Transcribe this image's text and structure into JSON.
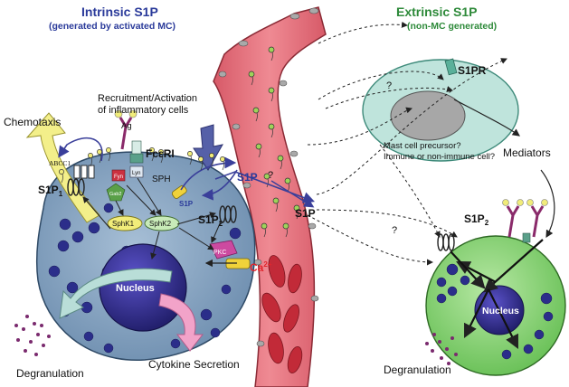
{
  "intrinsic": {
    "title": "Intrinsic S1P",
    "subtitle": "(generated by activated MC)"
  },
  "extrinsic": {
    "title": "Extrinsic S1P",
    "subtitle": "(non-MC generated)"
  },
  "labels": {
    "chemotaxis": "Chemotaxis",
    "recruitment_line1": "Recruitment/Activation",
    "recruitment_line2": "of inflammatory cells",
    "abcc1": "ABCC1",
    "ag": "Ag",
    "fcer1": "FcεRI",
    "fyn": "Fyn",
    "lyn": "Lyn",
    "gab2": "Gab2",
    "sph": "SPH",
    "s1p_arrow": "S1P",
    "s1p_small": "S1P",
    "sphk1": "SphK1",
    "sphk2": "SphK2",
    "s1p1_main": "S1P",
    "s1p1_sub": "1",
    "s1p2_main": "S1P",
    "s1p2_sub": "2",
    "pkc": "PKC",
    "ca_main": "Ca",
    "ca_sup": "2+",
    "nucleus_left": "Nucleus",
    "degranulation_left": "Degranulation",
    "cytokine": "Cytokine Secretion",
    "question1": "?",
    "question2": "?",
    "question3": "?",
    "s1p_vessel": "S1P",
    "s1pr": "S1PR",
    "precursor_line1": "Mast cell precursor?",
    "precursor_line2": "Immune or non-immune cell?",
    "mediators": "Mediators",
    "s1p2r_main": "S1P",
    "s1p2r_sub": "2",
    "nucleus_right": "Nucleus",
    "degranulation_right": "Degranulation"
  },
  "colors": {
    "title_blue": "#2a3a9a",
    "title_green": "#2e8a3a",
    "mast_cell": "#7f9dbb",
    "vessel": "#e3707a",
    "green_cell": "#8fd37a",
    "teal_cell": "#bfe4dc",
    "chemotaxis_arrow": "#f3ef8a",
    "recruit_arrow": "#5560a8",
    "cytokine_arrow": "#f2a3c9",
    "ca_red": "#e0262d"
  }
}
